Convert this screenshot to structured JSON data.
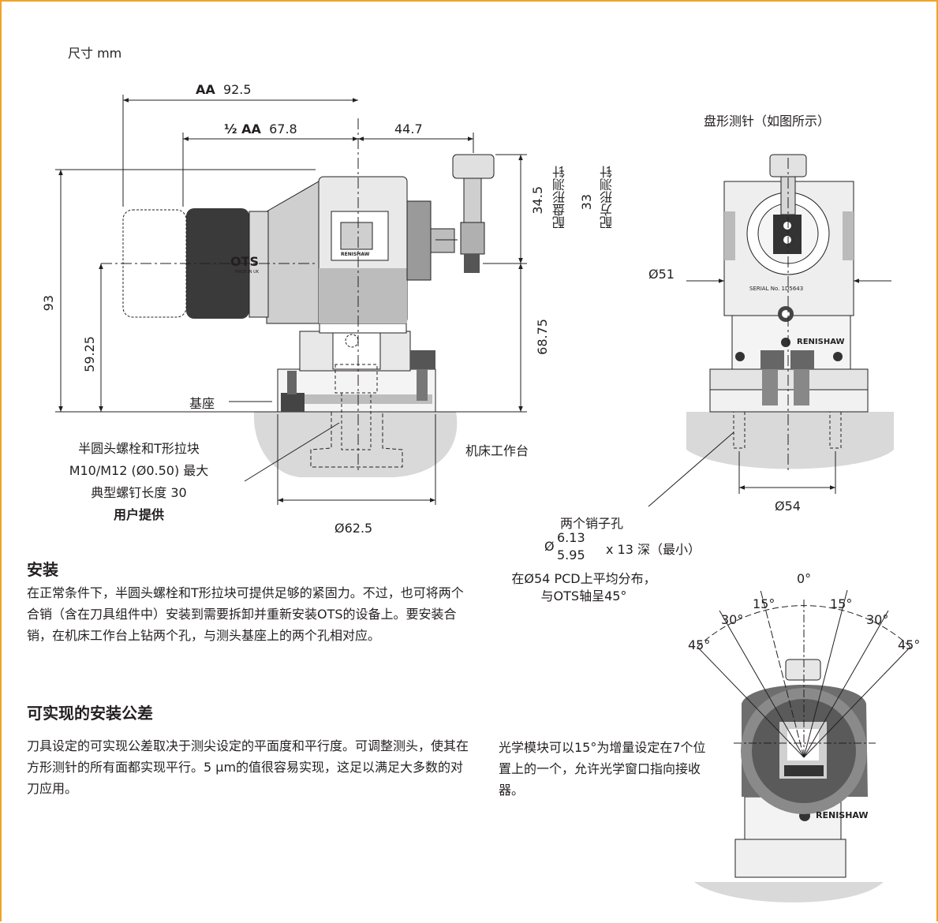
{
  "units_label": "尺寸 mm",
  "side_view": {
    "dim_aa_label": "AA",
    "dim_aa_value": "92.5",
    "dim_half_aa_label": "½ AA",
    "dim_half_aa_value": "67.8",
    "dim_stylus_offset": "44.7",
    "dim_total_height": "93",
    "dim_axis_height": "59.25",
    "dim_stylus_height": "68.75",
    "dim_disc_value": "34.5",
    "dim_disc_label": "配盘形测针",
    "dim_square_value": "33",
    "dim_square_label": "配方形测针",
    "base_label": "基座",
    "otc_label": "OTS",
    "made_in_label": "MADE IN UK",
    "renishaw_label": "RENISHAW",
    "bolt_note_line1": "半圆头螺栓和T形拉块",
    "bolt_note_line2": "M10/M12 (Ø0.50) 最大",
    "bolt_note_line3": "典型螺钉长度  30",
    "bolt_note_line4": "用户提供",
    "table_label": "机床工作台",
    "base_diameter": "Ø62.5"
  },
  "front_view": {
    "title": "盘形测针（如图所示）",
    "dim_width": "Ø51",
    "serial_label": "SERIAL No. 1D5643",
    "renishaw_label": "RENISHAW",
    "pcd_diameter": "Ø54",
    "holes_line1": "两个销子孔",
    "holes_symbol": "Ø",
    "holes_upper": "6.13",
    "holes_lower": "5.95",
    "holes_depth": "x 13 深（最小）",
    "holes_line3": "在Ø54 PCD上平均分布，",
    "holes_line4": "与OTS轴呈45°"
  },
  "angle_view": {
    "angle_0": "0°",
    "angle_15_left": "15°",
    "angle_15_right": "15°",
    "angle_30_left": "30°",
    "angle_30_right": "30°",
    "angle_45_left": "45°",
    "angle_45_right": "45°",
    "renishaw_label": "RENISHAW",
    "description": "光学模块可以15°为增量设定在7个位置上的一个，允许光学窗口指向接收器。"
  },
  "installation": {
    "heading": "安装",
    "body": "在正常条件下，半圆头螺栓和T形拉块可提供足够的紧固力。不过，也可将两个合销（含在刀具组件中）安装到需要拆卸并重新安装OTS的设备上。要安装合销，在机床工作台上钻两个孔，与测头基座上的两个孔相对应。"
  },
  "tolerance": {
    "heading": "可实现的安装公差",
    "body": "刀具设定的可实现公差取决于测尖设定的平面度和平行度。可调整测头，使其在方形测针的所有面都实现平行。5 μm的值很容易实现，这足以满足大多数的对刀应用。"
  },
  "colors": {
    "frame": "#f0a428",
    "text": "#231f20",
    "table_fill": "#d9d9d9"
  }
}
